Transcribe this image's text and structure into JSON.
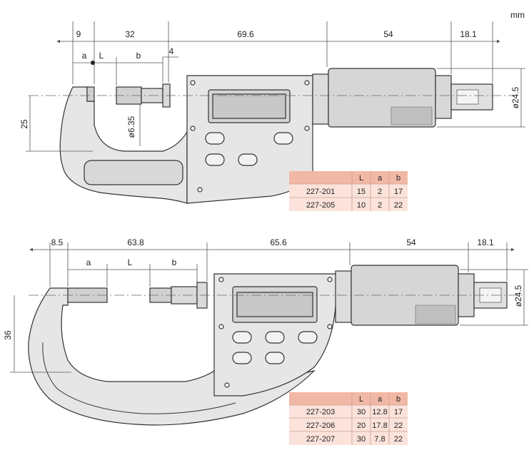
{
  "unit_label": "mm",
  "colors": {
    "body_fill": "#e6e6e6",
    "body_stroke": "#333333",
    "table_header": "#f2b8a6",
    "table_row": "#fbe3db",
    "dim_line": "#555555"
  },
  "top_view": {
    "dims_top": [
      "9",
      "32",
      "69.6",
      "54",
      "18.1"
    ],
    "dims_sub": [
      "a",
      "L",
      "b",
      "4"
    ],
    "dim_height": "25",
    "dim_spindle": "ø6.35",
    "dim_thimble": "ø24.5",
    "table": {
      "headers": [
        "",
        "L",
        "a",
        "b"
      ],
      "rows": [
        [
          "227-201",
          "15",
          "2",
          "17"
        ],
        [
          "227-205",
          "10",
          "2",
          "22"
        ]
      ]
    }
  },
  "bottom_view": {
    "dims_top": [
      "8.5",
      "63.8",
      "65.6",
      "54",
      "18.1"
    ],
    "dims_sub": [
      "a",
      "L",
      "b"
    ],
    "dim_height": "36",
    "dim_thimble": "ø24.5",
    "table": {
      "headers": [
        "",
        "L",
        "a",
        "b"
      ],
      "rows": [
        [
          "227-203",
          "30",
          "12.8",
          "17"
        ],
        [
          "227-206",
          "20",
          "17.8",
          "22"
        ],
        [
          "227-207",
          "30",
          "7.8",
          "22"
        ]
      ]
    }
  }
}
